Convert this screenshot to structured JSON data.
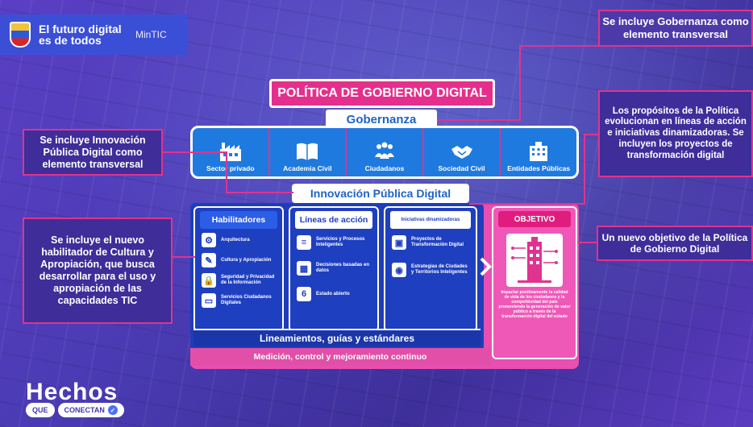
{
  "logo": {
    "text": "El futuro digital es de todos",
    "ministry": "MinTIC"
  },
  "title": "POLÍTICA DE GOBIERNO DIGITAL",
  "gobernanza": "Gobernanza",
  "innovacion": "Innovación Pública Digital",
  "actors": [
    {
      "label": "Sector privado",
      "icon": "factory-icon"
    },
    {
      "label": "Academia Civil",
      "icon": "book-icon"
    },
    {
      "label": "Ciudadanos",
      "icon": "people-icon"
    },
    {
      "label": "Sociedad Civil",
      "icon": "handshake-icon"
    },
    {
      "label": "Entidades Públicas",
      "icon": "building-icon"
    }
  ],
  "habilitadores": {
    "title": "Habilitadores",
    "items": [
      "Arquitectura",
      "Cultura y Apropiación",
      "Seguridad y Privacidad de la Información",
      "Servicios Ciudadanos Digitales"
    ]
  },
  "lineas": {
    "title": "Líneas de acción",
    "items": [
      "Servicios y Procesos Inteligentes",
      "Decisiones basadas en datos",
      "Estado abierto"
    ]
  },
  "iniciativas": {
    "title": "Iniciativas dinamizadoras",
    "items": [
      "Proyectos de Transformación Digital",
      "Estrategias de Ciudades y Territorios Inteligentes"
    ]
  },
  "objetivo": {
    "title": "OBJETIVO",
    "text": "Impactar positivamente la calidad de vida de los ciudadanos y la competitividad del país promoviendo la generación de valor público a través de la transformación digital del estado"
  },
  "bands": {
    "lineamientos": "Lineamientos, guías y estándares",
    "medicion": "Medición, control y mejoramiento continuo"
  },
  "callouts": {
    "gobernanza": "Se incluye Gobernanza como elemento transversal",
    "propositos": "Los propósitos de la Política evolucionan en líneas de acción e iniciativas dinamizadoras. Se incluyen los proyectos de transformación digital",
    "innovacion": "Se incluye Innovación Pública Digital como elemento transversal",
    "habilitador": "Se incluye el nuevo habilitador de Cultura y Apropiación, que busca desarrollar para el uso y apropiación de las capacidades TIC",
    "objetivo": "Un nuevo objetivo de la Política de Gobierno Digital"
  },
  "brand": {
    "hechos": "Hechos",
    "que": "QUE",
    "conectan": "CONECTAN"
  },
  "colors": {
    "pink": "#e42f8c",
    "blue": "#1f7ae0",
    "navy": "#1e3fc0",
    "purple_bg": "#4a3bb3"
  }
}
